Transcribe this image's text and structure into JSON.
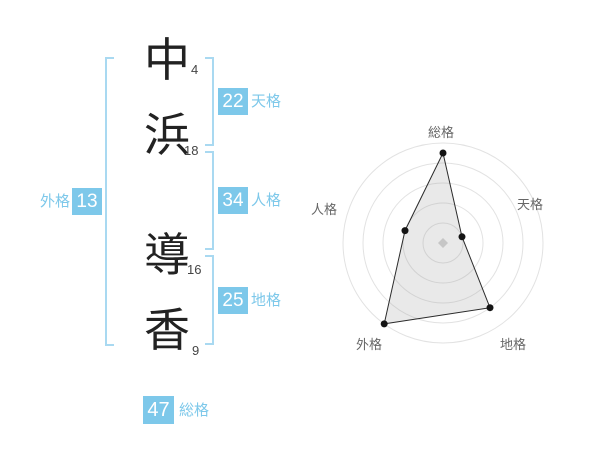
{
  "name": {
    "characters": [
      {
        "char": "中",
        "strokes": "4"
      },
      {
        "char": "浜",
        "strokes": "18"
      },
      {
        "char": "導",
        "strokes": "16"
      },
      {
        "char": "香",
        "strokes": "9"
      }
    ]
  },
  "kaku": {
    "tenkaku": {
      "label": "天格",
      "value": "22"
    },
    "jinkaku": {
      "label": "人格",
      "value": "34"
    },
    "chikaku": {
      "label": "地格",
      "value": "25"
    },
    "gaikaku": {
      "label": "外格",
      "value": "13"
    },
    "soukaku": {
      "label": "総格",
      "value": "47"
    }
  },
  "colors": {
    "accent": "#7dc8ea",
    "bracket": "#a9d9f1",
    "ring": "#e2e2e2",
    "dot": "#141414",
    "polygon-stroke": "#2b2b2b",
    "polygon-fill": "#999999",
    "center-marker": "#c6c6c6",
    "axis-label": "#666666",
    "char": "#222222",
    "stroke-count": "#444444"
  },
  "chart_data": {
    "type": "radar",
    "title": "",
    "categories": [
      "総格",
      "天格",
      "地格",
      "外格",
      "人格"
    ],
    "values": [
      4.5,
      1,
      4,
      5,
      2
    ],
    "max": 5,
    "rings": 5,
    "grid": "circular",
    "legend": false
  }
}
